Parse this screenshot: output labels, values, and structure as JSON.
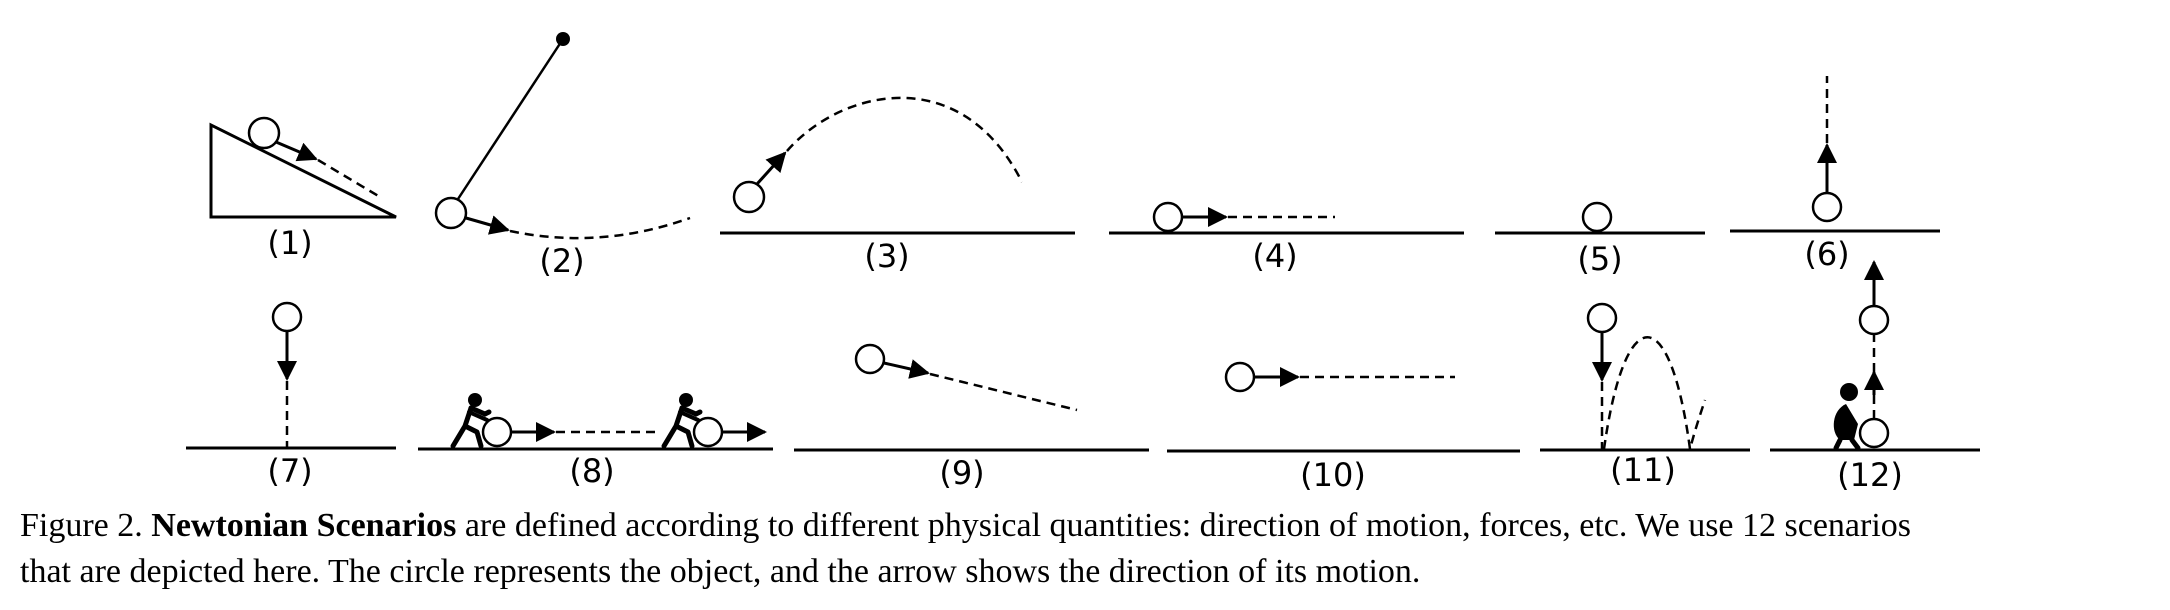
{
  "figure": {
    "scenario_labels": [
      "(1)",
      "(2)",
      "(3)",
      "(4)",
      "(5)",
      "(6)",
      "(7)",
      "(8)",
      "(9)",
      "(10)",
      "(11)",
      "(12)"
    ]
  },
  "caption": {
    "prefix": "Figure 2.",
    "bold": "Newtonian Scenarios",
    "text_line1": "are defined according to different physical quantities: direction of motion, forces, etc. We use 12 scenarios",
    "text_line2": "that are depicted here. The circle represents the object, and the arrow shows the direction of its motion."
  }
}
